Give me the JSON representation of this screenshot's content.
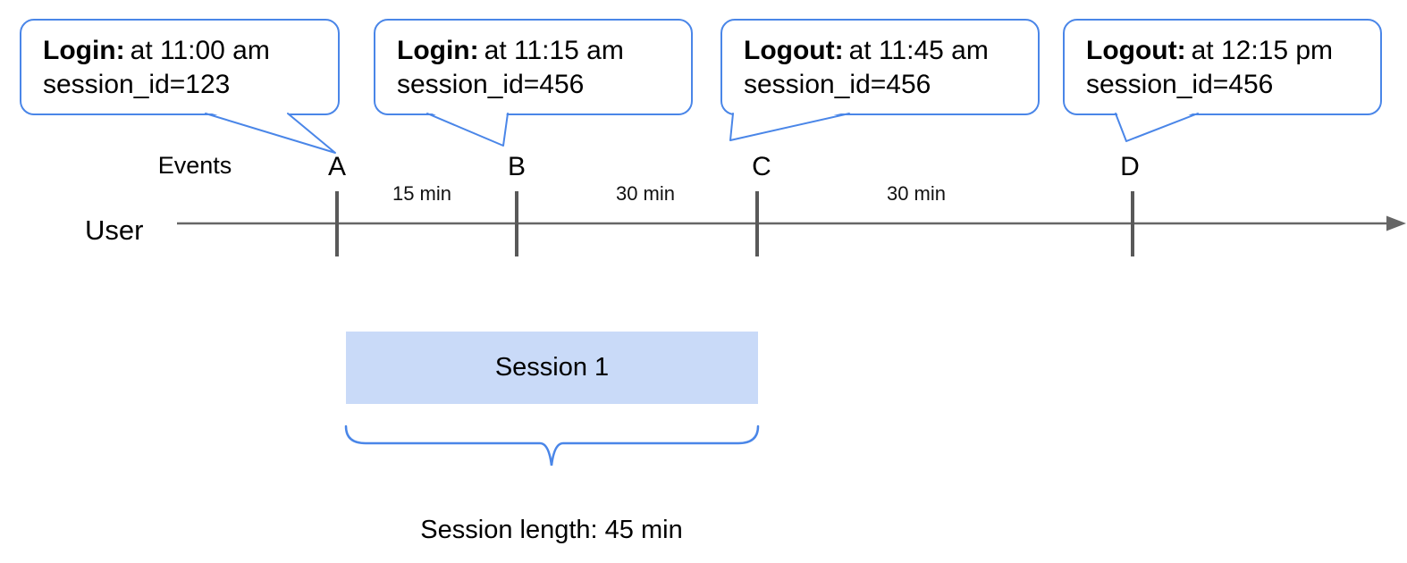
{
  "callouts": [
    {
      "event": "Login:",
      "time": "at 11:00 am",
      "session": "session_id=123"
    },
    {
      "event": "Login:",
      "time": "at 11:15 am",
      "session": "session_id=456"
    },
    {
      "event": "Logout:",
      "time": "at 11:45 am",
      "session": "session_id=456"
    },
    {
      "event": "Logout:",
      "time": "at 12:15 pm",
      "session": "session_id=456"
    }
  ],
  "timeline": {
    "events_label": "Events",
    "user_label": "User",
    "event_letters": [
      "A",
      "B",
      "C",
      "D"
    ],
    "intervals": [
      "15 min",
      "30 min",
      "30 min"
    ]
  },
  "session": {
    "box_label": "Session 1",
    "length_label": "Session length: 45 min"
  },
  "colors": {
    "accent": "#4a86e8",
    "session_fill": "#c9daf8",
    "timeline_line": "#666666",
    "tick": "#595959"
  }
}
